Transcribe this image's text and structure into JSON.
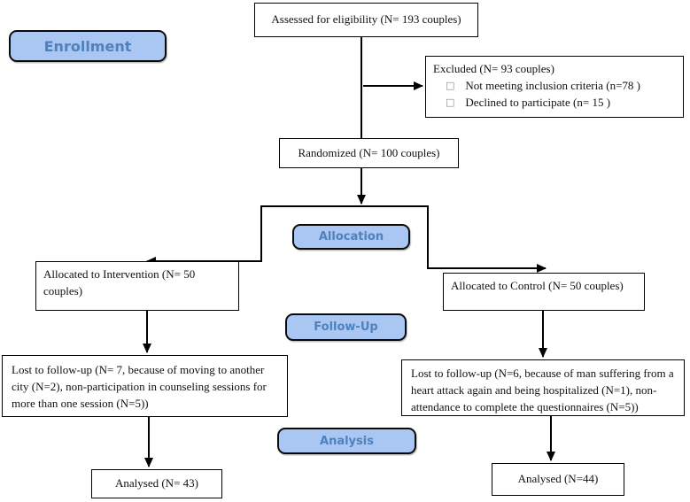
{
  "diagram": {
    "type": "consort-flow",
    "stages": {
      "enrollment": "Enrollment",
      "allocation": "Allocation",
      "followup": "Follow-Up",
      "analysis": "Analysis"
    },
    "boxes": {
      "assessed": "Assessed for eligibility (N= 193 couples)",
      "excluded_title": "Excluded (N= 93 couples)",
      "excluded_items": [
        "Not meeting inclusion criteria (n=78  )",
        "Declined to participate (n= 15 )"
      ],
      "randomized": "Randomized (N= 100 couples)",
      "allocated_intervention": "Allocated to Intervention (N= 50 couples)",
      "allocated_control": "Allocated to Control (N= 50 couples)",
      "lost_intervention": "Lost to follow-up (N= 7, because of moving to another city (N=2), non-participation in counseling sessions for more than one session (N=5))",
      "lost_control": "Lost to follow-up (N=6, because of man suffering from a heart attack again and being hospitalized (N=1), non-attendance to complete the questionnaires (N=5))",
      "analysed_intervention": "Analysed (N= 43)",
      "analysed_control": "Analysed (N=44)"
    },
    "bullet_glyph": "□",
    "colors": {
      "stage_fill": "#a9c7f2",
      "stage_text": "#4f81bd",
      "box_border": "#000000",
      "line": "#000000"
    }
  }
}
